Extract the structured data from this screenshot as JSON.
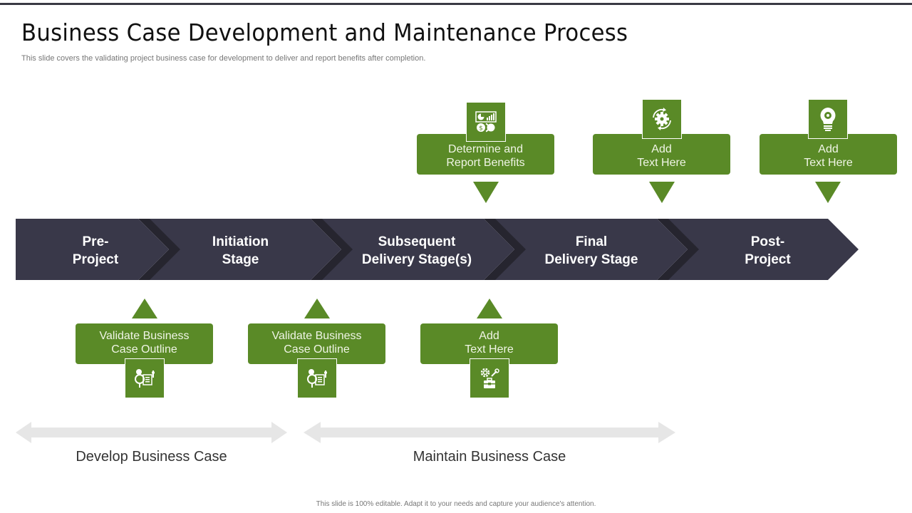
{
  "slide": {
    "title": "Business Case Development and Maintenance Process",
    "subtitle": "This slide covers the validating project business case for development to deliver and report benefits after completion.",
    "footer": "This slide is 100% editable.  Adapt it to your needs and capture your audience's attention."
  },
  "colors": {
    "stage_fill": "#393849",
    "stage_seam": "#26252f",
    "card_green": "#5a8a27",
    "range_arrow": "#e6e6e6"
  },
  "stages": [
    {
      "label": "Pre-\nProject"
    },
    {
      "label": "Initiation\nStage"
    },
    {
      "label": "Subsequent\nDelivery Stage(s)"
    },
    {
      "label": "Final\nDelivery Stage"
    },
    {
      "label": "Post-\nProject"
    }
  ],
  "top_cards": [
    {
      "label": "Determine and\nReport Benefits",
      "icon": "benefits-chart-coins-icon"
    },
    {
      "label": "Add\nText Here",
      "icon": "gear-cycle-icon"
    },
    {
      "label": "Add\nText Here",
      "icon": "lightbulb-gear-icon"
    }
  ],
  "bottom_cards": [
    {
      "label": "Validate Business\nCase Outline",
      "icon": "magnify-document-icon"
    },
    {
      "label": "Validate Business\nCase Outline",
      "icon": "magnify-document-icon"
    },
    {
      "label": "Add\nText Here",
      "icon": "gear-wrench-toolbox-icon"
    }
  ],
  "ranges": [
    {
      "label": "Develop Business Case"
    },
    {
      "label": "Maintain Business Case"
    }
  ]
}
